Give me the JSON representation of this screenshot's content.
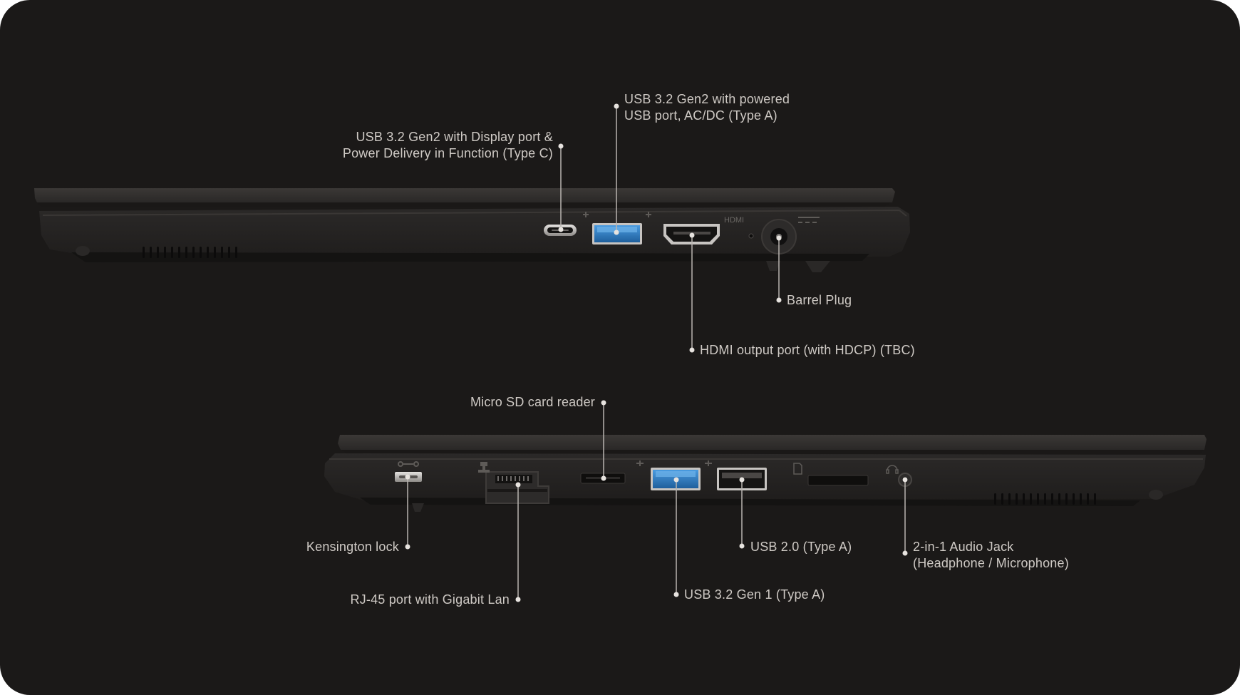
{
  "colors": {
    "background": "#1b1918",
    "label_text": "#cfcac5",
    "leader_line": "#b9b4b0",
    "laptop_body": "#252322",
    "laptop_lid": "#34312f",
    "usb3_blue": "#2f82c9"
  },
  "top_view": {
    "callouts": [
      {
        "id": "usb-c",
        "lines": [
          "USB 3.2 Gen2 with Display port &",
          "Power Delivery in Function (Type C)"
        ]
      },
      {
        "id": "usb-a-powered",
        "lines": [
          "USB 3.2 Gen2 with powered",
          "USB port, AC/DC (Type A)"
        ]
      },
      {
        "id": "barrel",
        "lines": [
          "Barrel Plug"
        ]
      },
      {
        "id": "hdmi",
        "lines": [
          "HDMI output port (with HDCP) (TBC)"
        ]
      }
    ],
    "port_markings": {
      "hdmi": "HDMI"
    }
  },
  "bottom_view": {
    "callouts": [
      {
        "id": "microsd",
        "lines": [
          "Micro SD card reader"
        ]
      },
      {
        "id": "kensington",
        "lines": [
          "Kensington lock"
        ]
      },
      {
        "id": "rj45",
        "lines": [
          "RJ-45 port with Gigabit Lan"
        ]
      },
      {
        "id": "usb2",
        "lines": [
          "USB 2.0 (Type A)"
        ]
      },
      {
        "id": "usb32gen1",
        "lines": [
          "USB 3.2 Gen 1 (Type A)"
        ]
      },
      {
        "id": "audio",
        "lines": [
          "2-in-1 Audio Jack",
          "(Headphone / Microphone)"
        ]
      }
    ]
  }
}
